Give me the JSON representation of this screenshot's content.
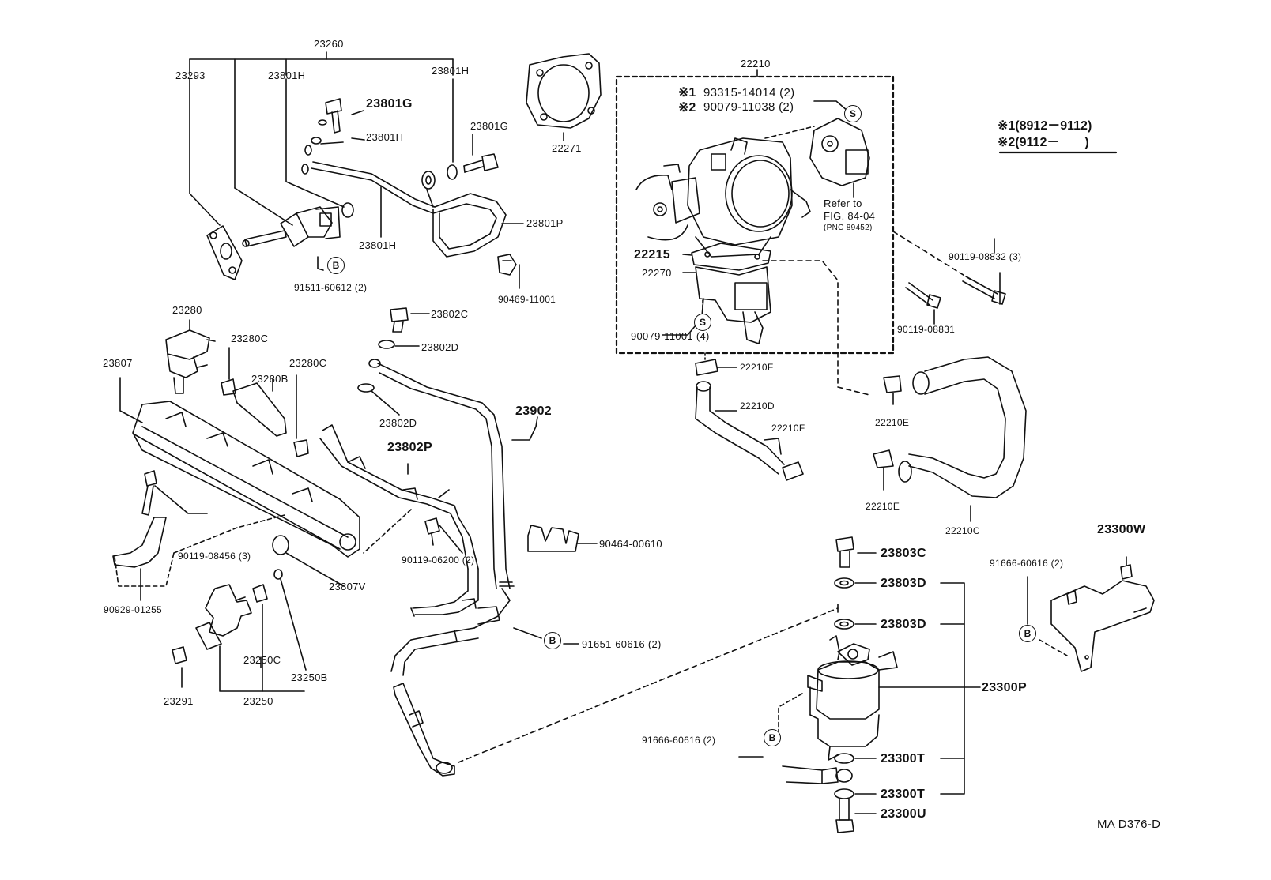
{
  "labels": {
    "p23260": "23260",
    "p23293": "23293",
    "p23801H_a": "23801H",
    "p23801H_b": "23801H",
    "p23801G_a": "23801G",
    "p23801H_c": "23801H",
    "p23801G_b": "23801G",
    "p23801H_d": "23801H",
    "p23801P": "23801P",
    "p91511": "91511-60612 (2)",
    "p90469": "90469-11001",
    "p22271": "22271",
    "p22210": "22210",
    "p93315": "93315-14014 (2)",
    "p90079a": "90079-11038 (2)",
    "p22215": "22215",
    "p22270": "22270",
    "p90079b": "90079-11001 (4)",
    "p90119_08832": "90119-08832 (3)",
    "p90119_08831": "90119-08831",
    "p22210F_a": "22210F",
    "p22210D": "22210D",
    "p22210F_b": "22210F",
    "p22210E_a": "22210E",
    "p22210E_b": "22210E",
    "p22210C": "22210C",
    "p23280": "23280",
    "p23807": "23807",
    "p23280C_a": "23280C",
    "p23280B": "23280B",
    "p23280C_b": "23280C",
    "p23802C": "23802C",
    "p23802D_a": "23802D",
    "p23802D_b": "23802D",
    "p23902": "23902",
    "p23802P": "23802P",
    "p90119_08456": "90119-08456 (3)",
    "p90929": "90929-01255",
    "p90119_06200": "90119-06200 (2)",
    "p23807V": "23807V",
    "p23250C": "23250C",
    "p23250B": "23250B",
    "p23291": "23291",
    "p23250": "23250",
    "p90464": "90464-00610",
    "p91651": "91651-60616 (2)",
    "p23803C": "23803C",
    "p23803D_a": "23803D",
    "p23803D_b": "23803D",
    "p23300P": "23300P",
    "p91666a": "91666-60616 (2)",
    "p91666b": "91666-60616 (2)",
    "p23300T_a": "23300T",
    "p23300T_b": "23300T",
    "p23300U": "23300U",
    "p23300W": "23300W",
    "refer1": "Refer to",
    "refer2": "FIG. 84-04",
    "refer3": "(PNC 89452)",
    "mark1": "※1",
    "mark2": "※2",
    "legend1": "※1(8912－9112)",
    "legend2": "※2(9112－　　)",
    "diagram_code": "MA D376-D",
    "circle_b": "B",
    "circle_s": "S"
  }
}
